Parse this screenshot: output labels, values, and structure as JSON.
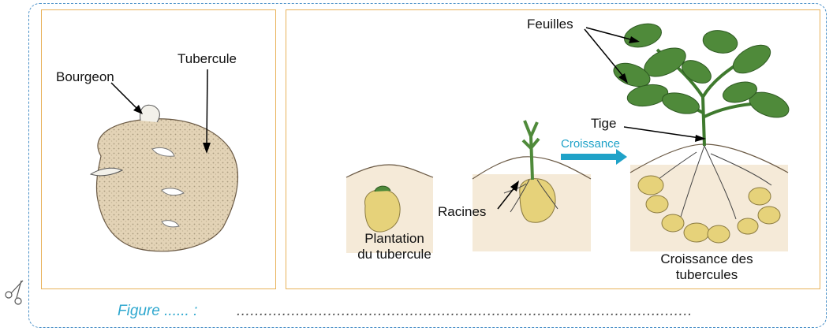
{
  "left_panel": {
    "labels": {
      "bourgeon": "Bourgeon",
      "tubercule": "Tubercule"
    }
  },
  "right_panel": {
    "labels": {
      "feuilles": "Feuilles",
      "tige": "Tige",
      "croissance": "Croissance",
      "racines": "Racines",
      "plantation_line1": "Plantation",
      "plantation_line2": "du tubercule",
      "croissance_des_line1": "Croissance des",
      "croissance_des_line2": "tubercules"
    }
  },
  "caption": {
    "label": "Figure ...... :",
    "dots": "...................................................................................................."
  },
  "colors": {
    "border_dashed": "#4a90c8",
    "panel_border": "#e8b25a",
    "caption": "#2fa8cf",
    "arrow_teal": "#1fa2c8",
    "soil": "#f5ead8",
    "tuber": "#e6d27a",
    "leaf": "#4f8a3a"
  },
  "icons": [
    "scissors-icon"
  ]
}
